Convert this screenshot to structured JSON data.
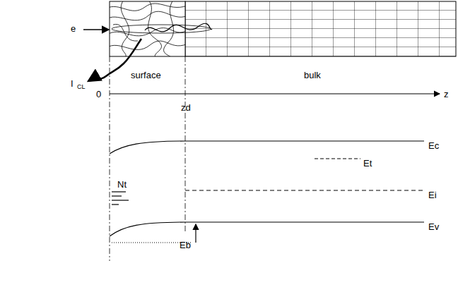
{
  "diagram": {
    "labels": [
      "e",
      "I",
      "CL",
      "surface",
      "bulk",
      "0",
      "zd",
      "z",
      "Ec",
      "Et",
      "Ei",
      "Ev",
      "Nt",
      "Eb"
    ]
  }
}
